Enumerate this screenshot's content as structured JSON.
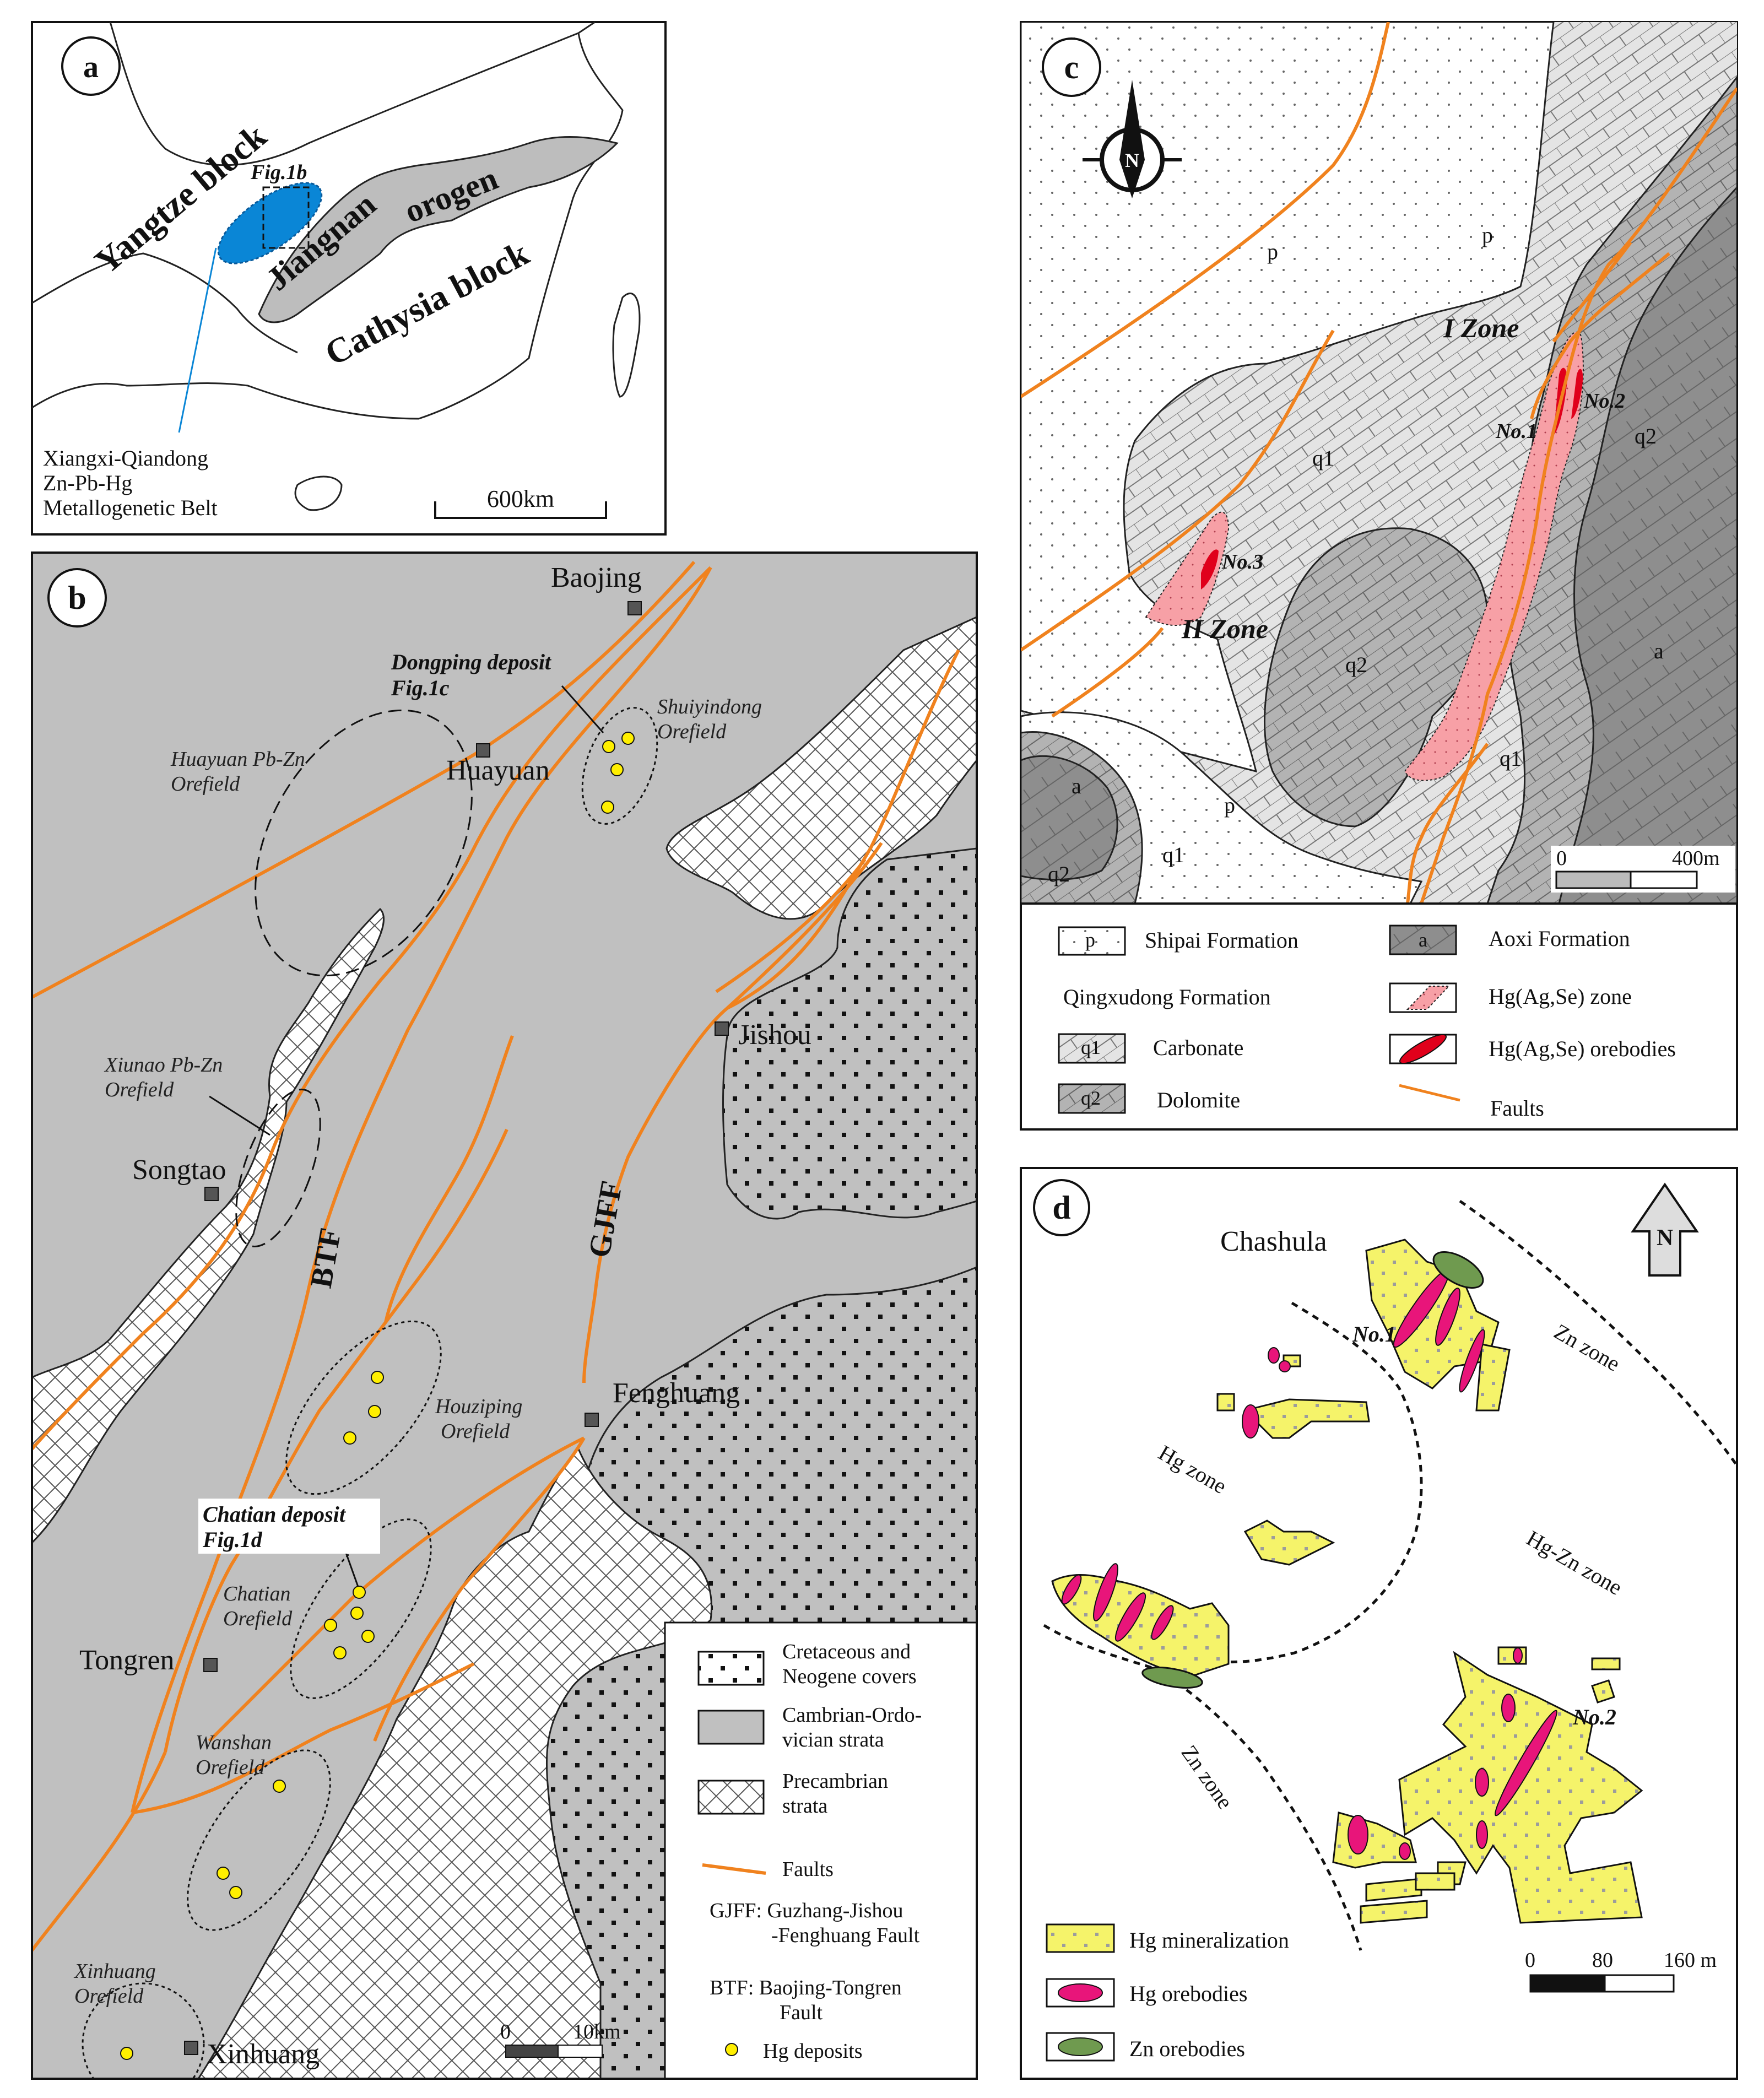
{
  "colors": {
    "fault": "#f0821e",
    "strata_gray": "#c0c0c0",
    "hg_deposit": "#ffef00",
    "hg_zone_pink": "#f7a0a6",
    "orebody_red": "#e0001b",
    "hg_mineralization": "#f5f36a",
    "hg_orebody": "#e8157a",
    "zn_orebody": "#6f9a4f",
    "belt_blue": "#0a86d6",
    "dolomite": "#a8a8a8",
    "aoxi": "#8a8a8a",
    "carbonate": "#e2e2e2"
  },
  "panel_a": {
    "letter": "a",
    "yangtze": "Yangtze block",
    "jiangnan": "Jiangnan",
    "orogen": "orogen",
    "cathysia": "Cathysia block",
    "fig_ref": "Fig.1b",
    "belt_line1": "Xiangxi-Qiandong",
    "belt_line2": "Zn-Pb-Hg",
    "belt_line3": "Metallogenetic Belt",
    "scale": "600km"
  },
  "panel_b": {
    "letter": "b",
    "cities": {
      "baojing": "Baojing",
      "huayuan": "Huayuan",
      "jishou": "Jishou",
      "songtao": "Songtao",
      "fenghuang": "Fenghuang",
      "tongren": "Tongren",
      "xinhuang": "Xinhuang"
    },
    "dongping_line1": "Dongping deposit",
    "dongping_line2": "Fig.1c",
    "chatian_line1": "Chatian deposit",
    "chatian_line2": "Fig.1d",
    "orefields": {
      "huayuan_1": "Huayuan Pb-Zn",
      "huayuan_2": "Orefield",
      "shuiyindong_1": "Shuiyindong",
      "shuiyindong_2": "Orefield",
      "xiunao_1": "Xiunao Pb-Zn",
      "xiunao_2": "Orefield",
      "houziping_1": "Houziping",
      "houziping_2": "Orefield",
      "chatian_1": "Chatian",
      "chatian_2": "Orefield",
      "wanshan_1": "Wanshan",
      "wanshan_2": "Orefield",
      "xinhuang_1": "Xinhuang",
      "xinhuang_2": "Orefield"
    },
    "btf": "BTF",
    "gjff": "GJFF",
    "scale_0": "0",
    "scale_10": "10km",
    "legend": {
      "cret_1": "Cretaceous and",
      "cret_2": "Neogene covers",
      "camb_1": "Cambrian-Ordo-",
      "camb_2": "vician strata",
      "prec_1": "Precambrian",
      "prec_2": "strata",
      "faults": "Faults",
      "gjff_1": "GJFF: Guzhang-Jishou",
      "gjff_2": "-Fenghuang Fault",
      "btf_1": "BTF: Baojing-Tongren",
      "btf_2": "Fault",
      "hg": "Hg deposits"
    }
  },
  "panel_c": {
    "letter": "c",
    "compass": "N",
    "zone1": "I Zone",
    "zone2": "II Zone",
    "no1": "No.1",
    "no2": "No.2",
    "no3": "No.3",
    "p": "p",
    "q1": "q1",
    "q2": "q2",
    "a": "a",
    "scale_0": "0",
    "scale_400": "400m",
    "legend": {
      "shipai": "Shipai Formation",
      "qingxudong": "Qingxudong Formation",
      "carbonate": "Carbonate",
      "dolomite": "Dolomite",
      "aoxi": "Aoxi Formation",
      "hgzone": "Hg(Ag,Se) zone",
      "hgore": "Hg(Ag,Se) orebodies",
      "faults": "Faults",
      "sym_p": "p",
      "sym_q1": "q1",
      "sym_q2": "q2",
      "sym_a": "a"
    }
  },
  "panel_d": {
    "letter": "d",
    "compass": "N",
    "chashula": "Chashula",
    "no1": "No.1",
    "no2": "No.2",
    "zn_zone_top": "Zn  zone",
    "hg_zone": "Hg  zone",
    "hgzn_zone": "Hg-Zn  zone",
    "zn_zone_bottom": "Zn  zone",
    "scale_0": "0",
    "scale_80": "80",
    "scale_160": "160 m",
    "legend": {
      "hg_min": "Hg mineralization",
      "hg_ore": "Hg orebodies",
      "zn_ore": "Zn orebodies"
    }
  }
}
